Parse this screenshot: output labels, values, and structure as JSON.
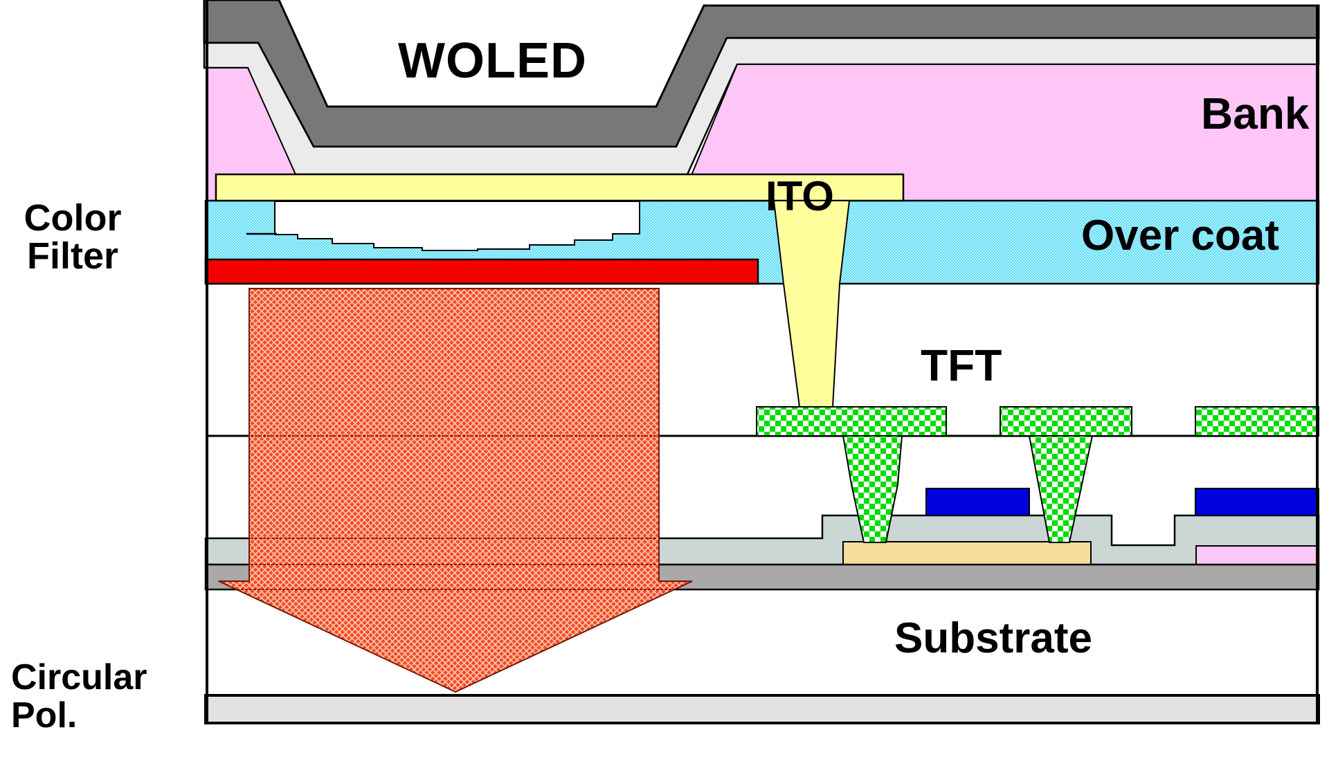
{
  "diagram": {
    "labels": {
      "woled": "WOLED",
      "bank": "Bank",
      "ito": "ITO",
      "over_coat": "Over coat",
      "color_filter_line1": "Color",
      "color_filter_line2": "Filter",
      "tft": "TFT",
      "substrate": "Substrate",
      "circular_pol_line1": "Circular",
      "circular_pol_line2": "Pol."
    },
    "colors": {
      "cathode_gray": "#787878",
      "buffer_light_gray": "#EBEBEB",
      "bank_pink": "#FDC6F7",
      "ito_yellow": "#FFFF9E",
      "over_coat_cyan": "#5FDDF7",
      "color_filter_red": "#F40000",
      "light_arrow_red": "#EF4B26",
      "tft_contact_green": "#00DC00",
      "metal_blue": "#0000DC",
      "insulator_gray_blue": "#CBD7D5",
      "semiconductor_tan": "#F8DC9C",
      "bottom_metal_gray": "#A9A9A9",
      "polarizer_gray": "#E2E2E2"
    }
  }
}
